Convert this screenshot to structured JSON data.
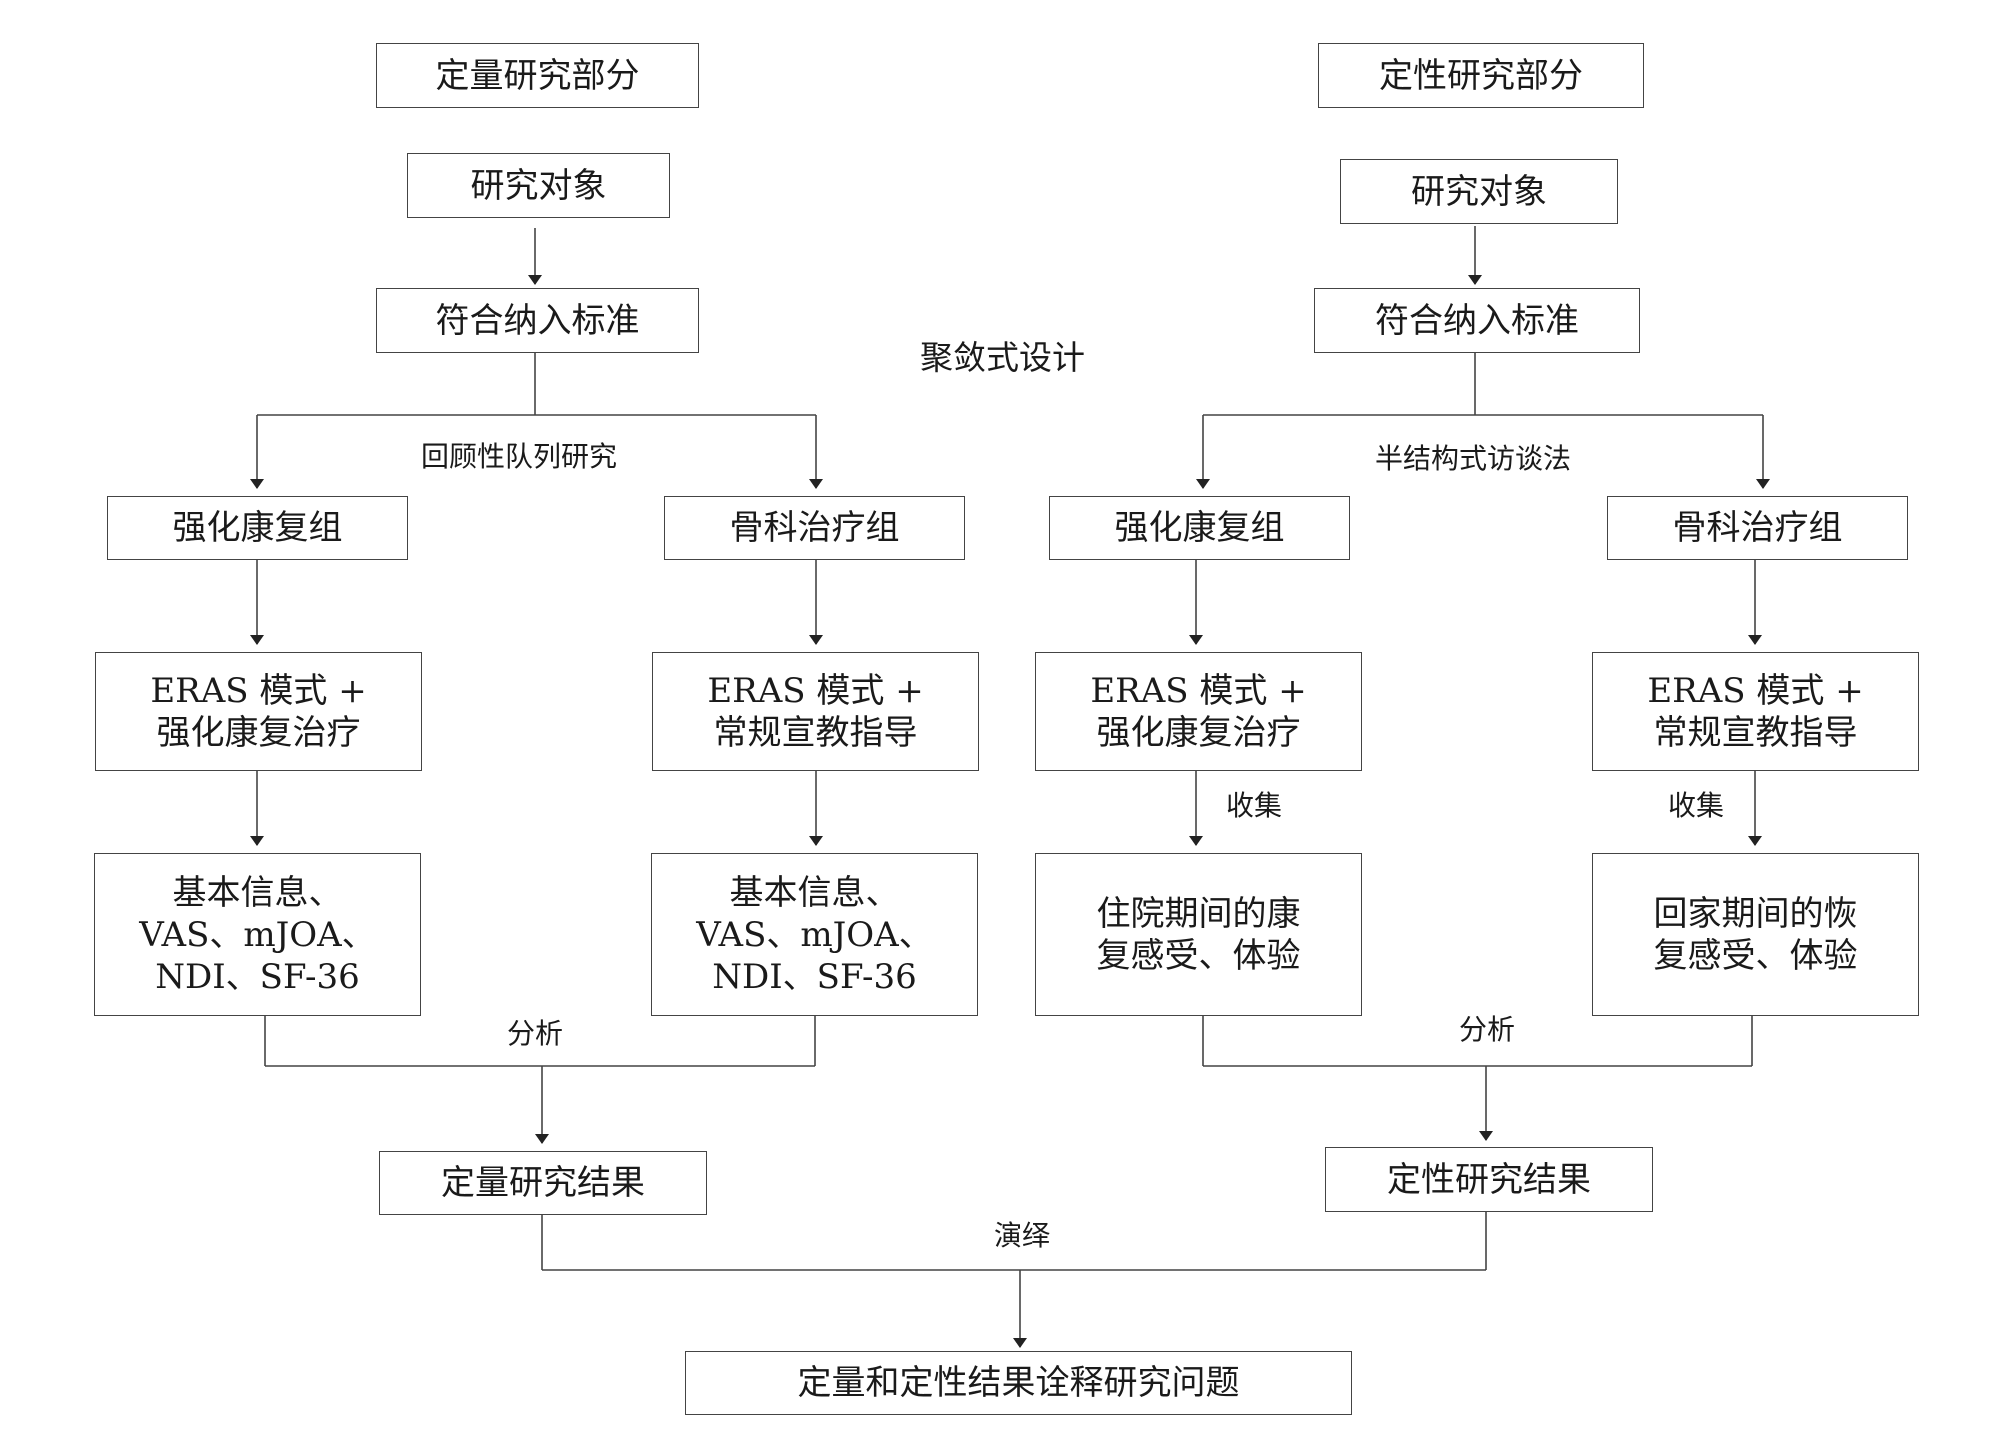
{
  "design_label": "聚敛式设计",
  "quant": {
    "header": "定量研究部分",
    "subjects": "研究对象",
    "criteria": "符合纳入标准",
    "method": "回顾性队列研究",
    "group_a": "强化康复组",
    "group_b": "骨科治疗组",
    "treat_a": [
      "ERAS 模式 +",
      "强化康复治疗"
    ],
    "treat_b": [
      "ERAS 模式 +",
      "常规宣教指导"
    ],
    "measures": [
      "基本信息、",
      "VAS、mJOA、",
      "NDI、SF-36"
    ],
    "analysis": "分析",
    "result": "定量研究结果"
  },
  "qual": {
    "header": "定性研究部分",
    "subjects": "研究对象",
    "criteria": "符合纳入标准",
    "method": "半结构式访谈法",
    "group_a": "强化康复组",
    "group_b": "骨科治疗组",
    "treat_a": [
      "ERAS 模式 +",
      "强化康复治疗"
    ],
    "treat_b": [
      "ERAS 模式 +",
      "常规宣教指导"
    ],
    "collect": "收集",
    "exp_a": [
      "住院期间的康",
      "复感受、体验"
    ],
    "exp_b": [
      "回家期间的恢",
      "复感受、体验"
    ],
    "analysis": "分析",
    "result": "定性研究结果"
  },
  "deduction": "演绎",
  "final": "定量和定性结果诠释研究问题"
}
